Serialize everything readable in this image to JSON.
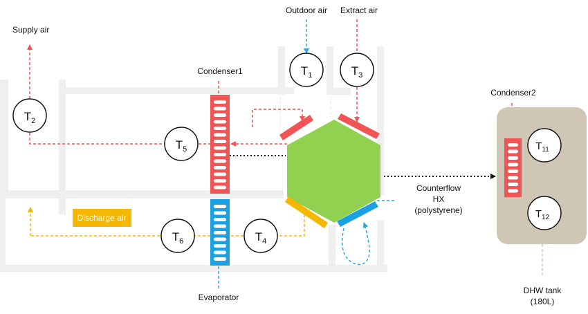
{
  "labels": {
    "supply_air": "Supply air",
    "outdoor_air": "Outdoor air",
    "extract_air": "Extract air",
    "condenser1": "Condenser1",
    "condenser2": "Condenser2",
    "discharge_air": "Discharge air",
    "evaporator": "Evaporator",
    "counterflow_hx": [
      "Counterflow",
      "HX",
      "(polystyrene)"
    ],
    "dhw_tank": [
      "DHW tank",
      "(180L)"
    ]
  },
  "sensors": [
    {
      "id": "T1",
      "letter": "T",
      "sub": "1"
    },
    {
      "id": "T2",
      "letter": "T",
      "sub": "2"
    },
    {
      "id": "T3",
      "letter": "T",
      "sub": "3"
    },
    {
      "id": "T4",
      "letter": "T",
      "sub": "4"
    },
    {
      "id": "T5",
      "letter": "T",
      "sub": "5"
    },
    {
      "id": "T6",
      "letter": "T",
      "sub": "6"
    },
    {
      "id": "T11",
      "letter": "T",
      "sub": "11"
    },
    {
      "id": "T12",
      "letter": "T",
      "sub": "12"
    }
  ],
  "colors": {
    "supply_line": "#f05454",
    "outdoor_line": "#2aa8e0",
    "discharge_line": "#f5b700",
    "condenser": "#f05454",
    "evaporator": "#1ba1e2",
    "hx": "#92d050",
    "hx_top_plates": "#f05454",
    "hx_bottom_left_plate": "#f5b700",
    "hx_bottom_right_plate": "#1ba1e2",
    "tank": "#cfc6b5",
    "duct": "#efefef",
    "discharge_badge": "#f5b700"
  }
}
